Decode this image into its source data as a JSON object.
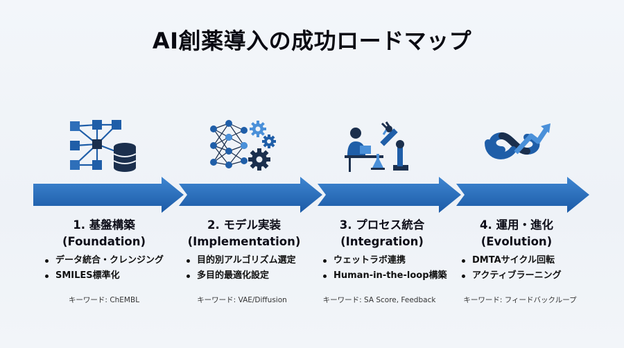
{
  "title": "AI創薬導入の成功ロードマップ",
  "colors": {
    "primary": "#1f5ea8",
    "accent": "#4a90d9",
    "dark_navy": "#1b2f4d"
  },
  "stages": [
    {
      "icon": "network-database-icon",
      "title": "1. 基盤構築",
      "subtitle": "(Foundation)",
      "bullets": [
        "データ統合・クレンジング",
        "SMILES標準化"
      ],
      "keyword": "キーワード: ChEMBL"
    },
    {
      "icon": "neural-network-gears-icon",
      "title": "2. モデル実装",
      "subtitle": "(Implementation)",
      "bullets": [
        "目的別アルゴリズム選定",
        "多目的最適化設定"
      ],
      "keyword": "キーワード: VAE/Diffusion"
    },
    {
      "icon": "scientist-robot-arm-icon",
      "title": "3. プロセス統合",
      "subtitle": "(Integration)",
      "bullets": [
        "ウェットラボ連携",
        "Human-in-the-loop構築"
      ],
      "keyword": "キーワード: SA Score, Feedback"
    },
    {
      "icon": "infinity-growth-icon",
      "title": "4. 運用・進化",
      "subtitle": "(Evolution)",
      "bullets": [
        "DMTAサイクル回転",
        "アクティブラーニング"
      ],
      "keyword": "キーワード: フィードバックループ"
    }
  ]
}
